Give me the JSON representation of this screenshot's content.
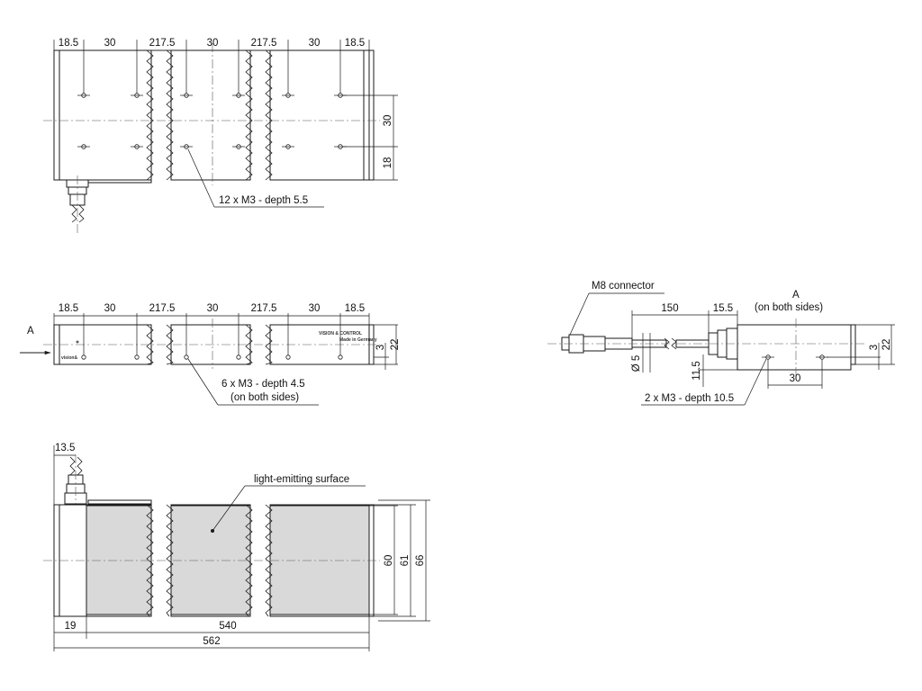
{
  "colors": {
    "line": "#1a1a1a",
    "light_surface": "#d9d9d9",
    "background": "#ffffff"
  },
  "top_view": {
    "segments": [
      "18.5",
      "30",
      "217.5",
      "30",
      "217.5",
      "30",
      "18.5"
    ],
    "dim_30": "30",
    "dim_18": "18",
    "callout": "12 x M3 - depth 5.5"
  },
  "side_view": {
    "segments": [
      "18.5",
      "30",
      "217.5",
      "30",
      "217.5",
      "30",
      "18.5"
    ],
    "view_letter": "A",
    "dim_3": "3",
    "dim_22": "22",
    "callout_line1": "6 x M3 - depth 4.5",
    "callout_line2": "(on both sides)",
    "brand": "VISION & CONTROL",
    "brand_sub": "Made in Germany",
    "left_mark": "vision&"
  },
  "bottom_view": {
    "dim_13_5": "13.5",
    "surface_label": "light-emitting surface",
    "dim_60": "60",
    "dim_61": "61",
    "dim_66": "66",
    "dim_19": "19",
    "dim_540": "540",
    "dim_562": "562"
  },
  "end_view": {
    "connector_label": "M8 connector",
    "dim_150": "150",
    "dim_15_5": "15.5",
    "view_letter": "A",
    "view_note": "(on both sides)",
    "dim_diameter": "Ø 5",
    "dim_11_5": "11.5",
    "dim_30": "30",
    "dim_3": "3",
    "dim_22": "22",
    "callout": "2 x M3 - depth 10.5"
  }
}
